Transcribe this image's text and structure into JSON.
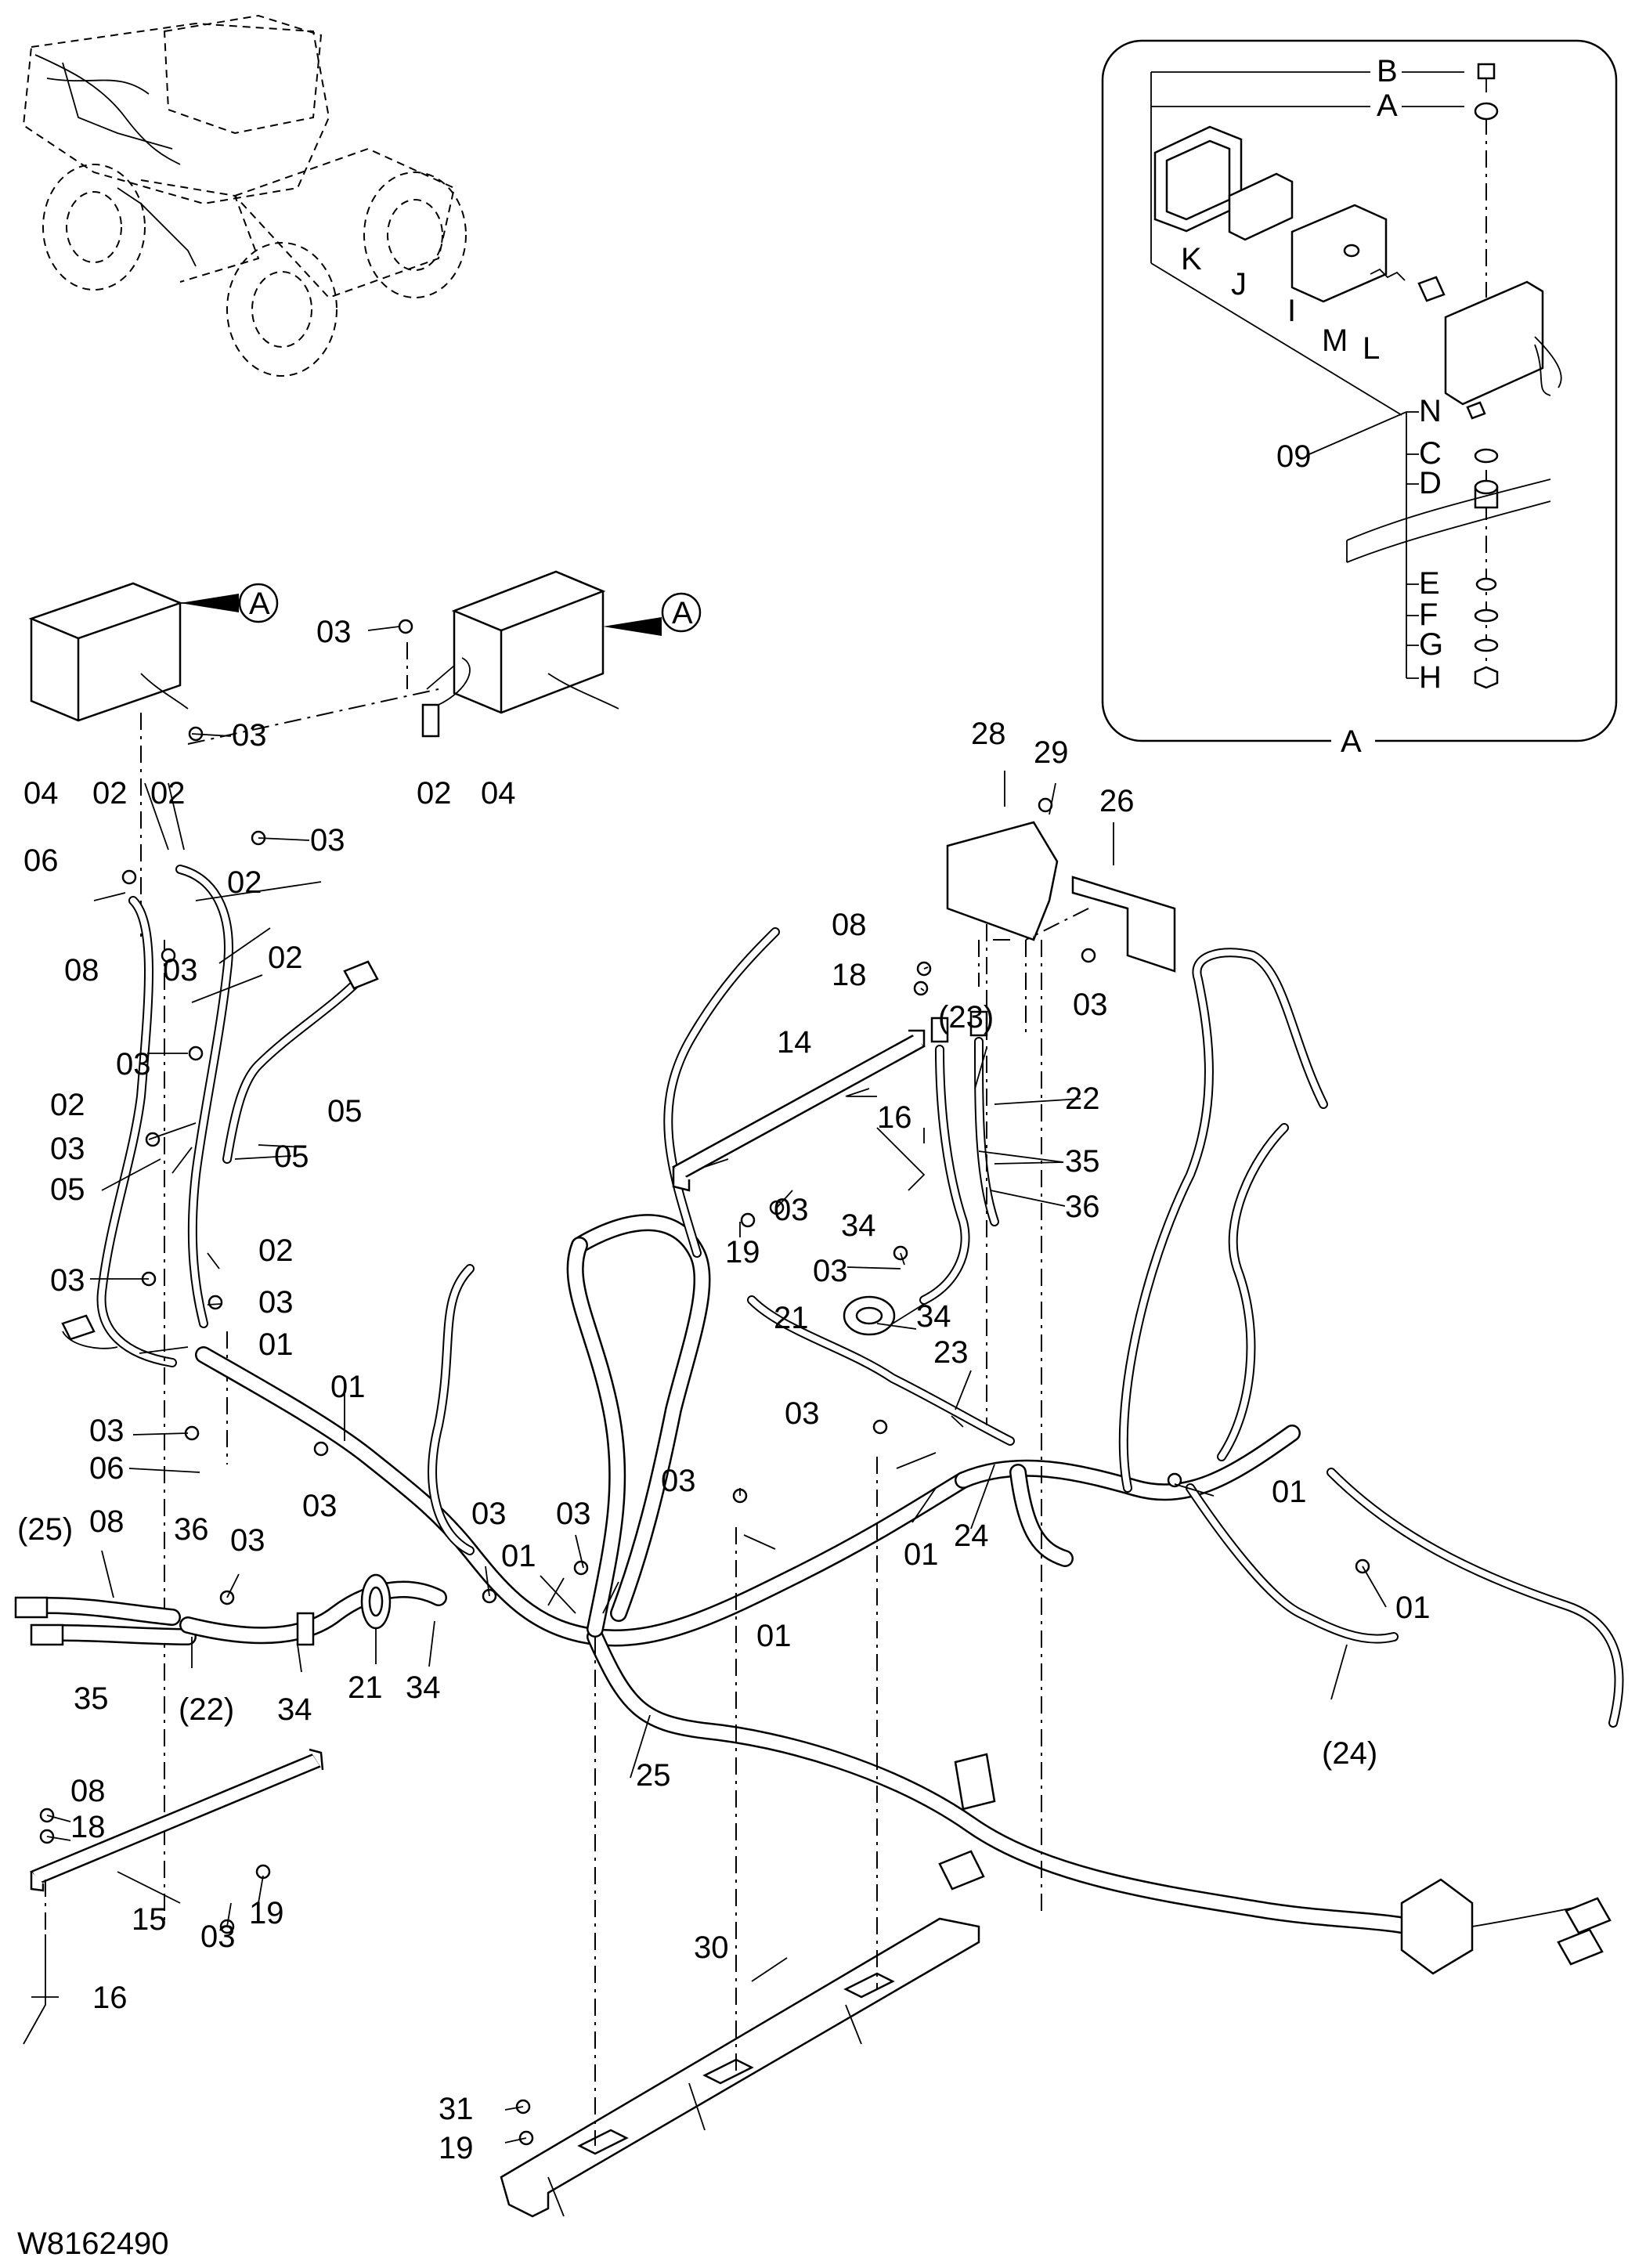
{
  "drawing_id": "W8162490",
  "callouts": {
    "A1": "A",
    "A2": "A",
    "p03a": "03",
    "p03b": "03",
    "p04a": "04",
    "p02a": "02",
    "p02b": "02",
    "p02c": "02",
    "p04b": "04",
    "p03c": "03",
    "p02d": "02",
    "p06a": "06",
    "p08a": "08",
    "p03d": "03",
    "p02e": "02",
    "p03e": "03",
    "p02f": "02",
    "p05a": "05",
    "p03f": "03",
    "p05b": "05",
    "p05c": "05",
    "p03g": "03",
    "p02g": "02",
    "p03h": "03",
    "p01a": "01",
    "p01b": "01",
    "p03i": "03",
    "p06b": "06",
    "p08b": "08",
    "p03j": "03",
    "p25a": "(25)",
    "p36a": "36",
    "p03k": "03",
    "p35a": "35",
    "p22a": "(22)",
    "p34a": "34",
    "p21a": "21",
    "p34b": "34",
    "p03l": "03",
    "p03m": "03",
    "p01c": "01",
    "p03n": "03",
    "p01d": "01",
    "p25b": "25",
    "p08c": "08",
    "p18a": "18",
    "p15": "15",
    "p03o": "03",
    "p19a": "19",
    "p16a": "16",
    "p30": "30",
    "p31": "31",
    "p19b": "19",
    "p28": "28",
    "p29": "29",
    "p26": "26",
    "p08d": "08",
    "p18b": "18",
    "p03p": "03",
    "p23a": "(23)",
    "p22b": "22",
    "p14": "14",
    "p16b": "16",
    "p35b": "35",
    "p36b": "36",
    "p03q": "03",
    "p19c": "19",
    "p34c": "34",
    "p03r": "03",
    "p21b": "21",
    "p34d": "34",
    "p23b": "23",
    "p03s": "03",
    "p01e": "01",
    "p24a": "24",
    "p01f": "01",
    "p01g": "01",
    "p24b": "(24)"
  },
  "detail_A": {
    "title": "A",
    "letters": {
      "B": "B",
      "A": "A",
      "K": "K",
      "J": "J",
      "I": "I",
      "M": "M",
      "L": "L",
      "N": "N",
      "C": "C",
      "D": "D",
      "E": "E",
      "F": "F",
      "G": "G",
      "H": "H"
    },
    "assembly": "09"
  }
}
